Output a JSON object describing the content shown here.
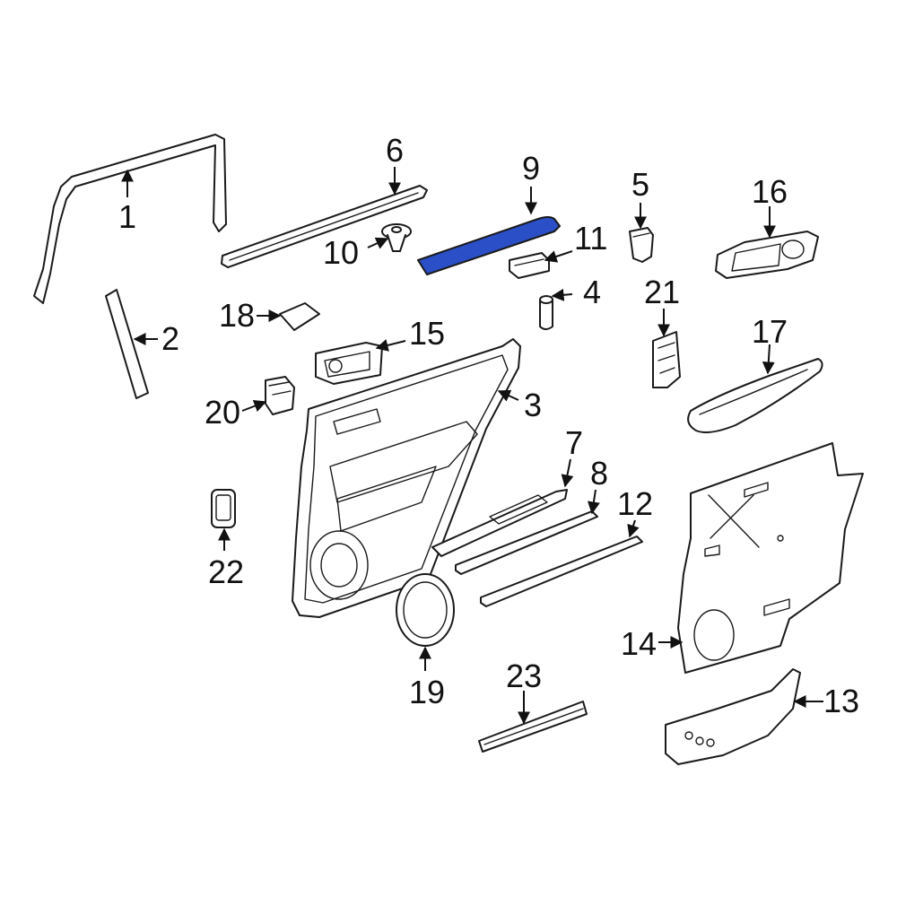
{
  "highlight_color": "#2a4fc6",
  "highlighted_part": "9",
  "callouts": {
    "c1": "1",
    "c2": "2",
    "c3": "3",
    "c4": "4",
    "c5": "5",
    "c6": "6",
    "c7": "7",
    "c8": "8",
    "c9": "9",
    "c10": "10",
    "c11": "11",
    "c12": "12",
    "c13": "13",
    "c14": "14",
    "c15": "15",
    "c16": "16",
    "c17": "17",
    "c18": "18",
    "c19": "19",
    "c20": "20",
    "c21": "21",
    "c22": "22",
    "c23": "23"
  }
}
